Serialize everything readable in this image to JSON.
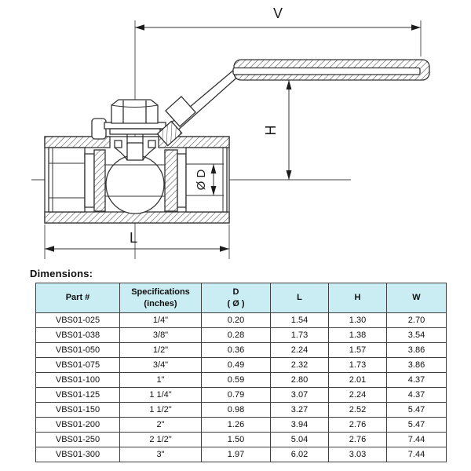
{
  "diagram": {
    "description": "Cross-section drawing of a one-piece threaded ball valve with lever handle and dimension callouts",
    "labels": {
      "v": "V",
      "h": "H",
      "l": "L",
      "d": "Ø D"
    }
  },
  "dimensions_heading": "Dimensions:",
  "table": {
    "headers": [
      [
        "Part #"
      ],
      [
        "Specifications",
        "(inches)"
      ],
      [
        "D",
        "( Ø )"
      ],
      [
        "L"
      ],
      [
        "H"
      ],
      [
        "W"
      ]
    ],
    "rows": [
      [
        "VBS01-025",
        "1/4\"",
        "0.20",
        "1.54",
        "1.30",
        "2.70"
      ],
      [
        "VBS01-038",
        "3/8\"",
        "0.28",
        "1.73",
        "1.38",
        "3.54"
      ],
      [
        "VBS01-050",
        "1/2\"",
        "0.36",
        "2.24",
        "1.57",
        "3.86"
      ],
      [
        "VBS01-075",
        "3/4\"",
        "0.49",
        "2.32",
        "1.73",
        "3.86"
      ],
      [
        "VBS01-100",
        "1\"",
        "0.59",
        "2.80",
        "2.01",
        "4.37"
      ],
      [
        "VBS01-125",
        "1 1/4\"",
        "0.79",
        "3.07",
        "2.24",
        "4.37"
      ],
      [
        "VBS01-150",
        "1 1/2\"",
        "0.98",
        "3.27",
        "2.52",
        "5.47"
      ],
      [
        "VBS01-200",
        "2\"",
        "1.26",
        "3.94",
        "2.76",
        "5.47"
      ],
      [
        "VBS01-250",
        "2 1/2\"",
        "1.50",
        "5.04",
        "2.76",
        "7.44"
      ],
      [
        "VBS01-300",
        "3\"",
        "1.97",
        "6.02",
        "3.03",
        "7.44"
      ]
    ]
  },
  "colors": {
    "table_header_bg": "#c9edf3",
    "table_border": "#3f3f3f",
    "drawing_line": "#333333",
    "background": "#ffffff"
  }
}
